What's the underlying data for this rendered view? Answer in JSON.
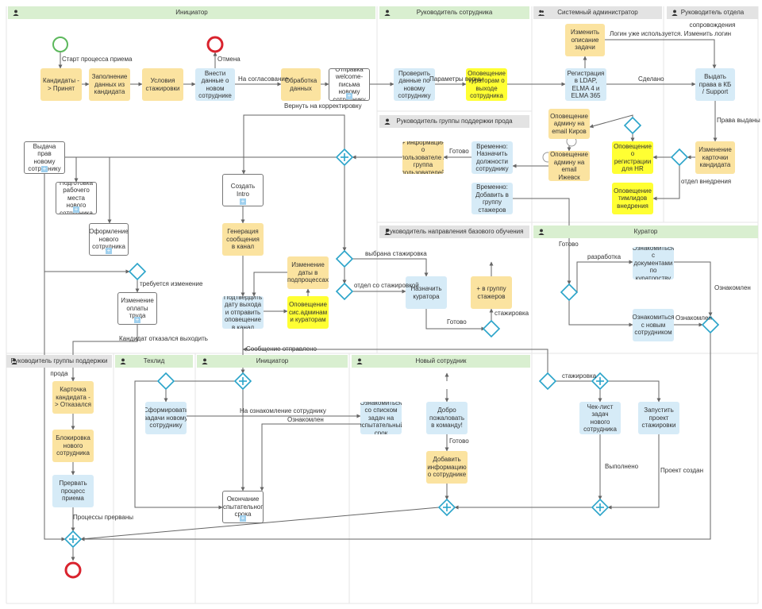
{
  "lanes": [
    {
      "id": "l1",
      "title": "Инициатор",
      "style": "green",
      "icon": "person-icon"
    },
    {
      "id": "l2",
      "title": "Руководитель сотрудника",
      "style": "green",
      "icon": "person-icon"
    },
    {
      "id": "l3",
      "title": "Системный администратор",
      "style": "grey",
      "icon": "group-icon"
    },
    {
      "id": "l4",
      "title": "Руководитель отдела сопровождения",
      "style": "grey",
      "icon": "person-icon"
    },
    {
      "id": "l5",
      "title": "Руководитель группы поддержки прода",
      "style": "grey",
      "icon": "person-icon"
    },
    {
      "id": "l6",
      "title": "Руководитель направления базового обучения",
      "style": "grey",
      "icon": "person-icon"
    },
    {
      "id": "l7",
      "title": "Куратор",
      "style": "green",
      "icon": "person-icon"
    },
    {
      "id": "l8",
      "title": "Руководитель группы поддержки прода",
      "style": "grey",
      "icon": "person-icon"
    },
    {
      "id": "l9",
      "title": "Техлид",
      "style": "green",
      "icon": "person-icon"
    },
    {
      "id": "l10",
      "title": "Инициатор",
      "style": "green",
      "icon": "person-icon"
    },
    {
      "id": "l11",
      "title": "Новый сотрудник",
      "style": "green",
      "icon": "person-icon"
    }
  ],
  "nodes": [
    {
      "id": "n1",
      "text": "Кандидаты -> Принят",
      "color": "yellow"
    },
    {
      "id": "n2",
      "text": "Заполнение данных из кандидата",
      "color": "yellow"
    },
    {
      "id": "n3",
      "text": "Условия стажировки",
      "color": "yellow"
    },
    {
      "id": "n4",
      "text": "Внести данные о новом сотруднике",
      "color": "blue"
    },
    {
      "id": "n5",
      "text": "Обработка данных",
      "color": "yellow"
    },
    {
      "id": "n6",
      "text": "Отправка welcome-письма новому сотруднику",
      "color": "white",
      "sub": true
    },
    {
      "id": "n7",
      "text": "Проверить данные по новому сотруднику",
      "color": "blue"
    },
    {
      "id": "n8",
      "text": "Оповещение кураторам о выходе сотрудника",
      "color": "lemon"
    },
    {
      "id": "n9",
      "text": "Изменить описание задачи",
      "color": "yellow"
    },
    {
      "id": "n10",
      "text": "Регистрация в LDAP, ELMA 4 и ELMA 365",
      "color": "blue"
    },
    {
      "id": "n11",
      "text": "Выдать права в КБ / Support",
      "color": "blue"
    },
    {
      "id": "n12",
      "text": "Изменение карточки кандидата",
      "color": "yellow"
    },
    {
      "id": "n13",
      "text": "Оповещение админу на email Киров",
      "color": "yellow"
    },
    {
      "id": "n14",
      "text": "Оповещение админу на email Ижевск",
      "color": "yellow"
    },
    {
      "id": "n15",
      "text": "Оповещение о регистрации для HR",
      "color": "lemon"
    },
    {
      "id": "n16",
      "text": "Оповещение тимлидов внедрения",
      "color": "lemon"
    },
    {
      "id": "n17",
      "text": "Временно: Назначить должности сотруднику",
      "color": "blue"
    },
    {
      "id": "n18",
      "text": "+ информация о пользователе / группа пользователей",
      "color": "yellow"
    },
    {
      "id": "n19",
      "text": "Временно: Добавить в группу стажеров",
      "color": "blue"
    },
    {
      "id": "n20",
      "text": "Выдача прав новому сотруднику",
      "color": "white",
      "sub": true
    },
    {
      "id": "n21",
      "text": "Подготовка рабочего места нового сотрудника",
      "color": "white",
      "sub": true
    },
    {
      "id": "n22",
      "text": "Оформление нового сотрудника",
      "color": "white",
      "sub": true
    },
    {
      "id": "n23",
      "text": "Изменение оплаты труда",
      "color": "white",
      "sub": true
    },
    {
      "id": "n24",
      "text": "Создать Intro",
      "color": "white",
      "sub": true
    },
    {
      "id": "n25",
      "text": "Генерация сообщения в канал",
      "color": "yellow"
    },
    {
      "id": "n26",
      "text": "Подтвердить дату выхода и отправить оповещение в канал",
      "color": "blue"
    },
    {
      "id": "n27",
      "text": "Изменение даты в подпроцессах",
      "color": "yellow"
    },
    {
      "id": "n28",
      "text": "Оповещение сис.админам и кураторам",
      "color": "lemon"
    },
    {
      "id": "n29",
      "text": "Назначить куратора",
      "color": "blue"
    },
    {
      "id": "n30",
      "text": "+ в группу стажеров",
      "color": "yellow"
    },
    {
      "id": "n31",
      "text": "Ознакомиться с документами по кураторству",
      "color": "blue"
    },
    {
      "id": "n32",
      "text": "Ознакомиться с новым сотрудником",
      "color": "blue"
    },
    {
      "id": "n33",
      "text": "Карточка кандидата -> Отказался",
      "color": "yellow"
    },
    {
      "id": "n34",
      "text": "Блокировка нового сотрудника",
      "color": "yellow"
    },
    {
      "id": "n35",
      "text": "Прервать процесс приема",
      "color": "blue"
    },
    {
      "id": "n36",
      "text": "Сформировать задачи новому сотруднику",
      "color": "blue"
    },
    {
      "id": "n37",
      "text": "Окончание испытательного срока",
      "color": "white",
      "sub": true
    },
    {
      "id": "n38",
      "text": "Ознакомиться со списком задач на испытательный срок",
      "color": "blue"
    },
    {
      "id": "n39",
      "text": "Добро пожаловать в команду!",
      "color": "blue"
    },
    {
      "id": "n40",
      "text": "Добавить информацию о сотруднике",
      "color": "yellow"
    },
    {
      "id": "n41",
      "text": "Чек-лист задач нового сотрудника",
      "color": "blue"
    },
    {
      "id": "n42",
      "text": "Запустить проект стажировки",
      "color": "blue"
    }
  ],
  "labels": [
    {
      "id": "e1",
      "text": "Старт процесса приема"
    },
    {
      "id": "e2",
      "text": "Отмена"
    },
    {
      "id": "e3",
      "text": "На согласование"
    },
    {
      "id": "e4",
      "text": "Параметры верны"
    },
    {
      "id": "e5",
      "text": "Вернуть на корректировку"
    },
    {
      "id": "e6",
      "text": "Логин уже используется. Изменить логин"
    },
    {
      "id": "e7",
      "text": "Сделано"
    },
    {
      "id": "e8",
      "text": "Права выданы"
    },
    {
      "id": "e9",
      "text": "отдел внедрения"
    },
    {
      "id": "e10",
      "text": "Готово"
    },
    {
      "id": "e11",
      "text": "выбрана стажировка"
    },
    {
      "id": "e12",
      "text": "отдел со стажировкой"
    },
    {
      "id": "e13",
      "text": "Готово"
    },
    {
      "id": "e14",
      "text": "стажировка"
    },
    {
      "id": "e15",
      "text": "Готово"
    },
    {
      "id": "e16",
      "text": "разработка"
    },
    {
      "id": "e17",
      "text": "Ознакомлен"
    },
    {
      "id": "e18",
      "text": "Ознакомлен"
    },
    {
      "id": "e19",
      "text": "требуется изменение"
    },
    {
      "id": "e20",
      "text": "Кандидат отказался выходить"
    },
    {
      "id": "e21",
      "text": "Сообщение отправлено"
    },
    {
      "id": "e22",
      "text": "Процессы прерваны"
    },
    {
      "id": "e23",
      "text": "На ознакомление сотруднику"
    },
    {
      "id": "e24",
      "text": "Ознакомлен"
    },
    {
      "id": "e25",
      "text": "Готово"
    },
    {
      "id": "e26",
      "text": "стажировка"
    },
    {
      "id": "e27",
      "text": "Выполнено"
    },
    {
      "id": "e28",
      "text": "Проект создан"
    }
  ],
  "colors": {
    "yellow": "#fbe3a0",
    "blue": "#d6ebf7",
    "lemon": "#ffff33",
    "lane_green": "#d9efd0",
    "lane_grey": "#e3e3e3",
    "gateway": "#29a3c9",
    "start": "#5cb85c",
    "end": "#d9232e",
    "edge": "#666666",
    "divider": "#e6e6e6"
  }
}
